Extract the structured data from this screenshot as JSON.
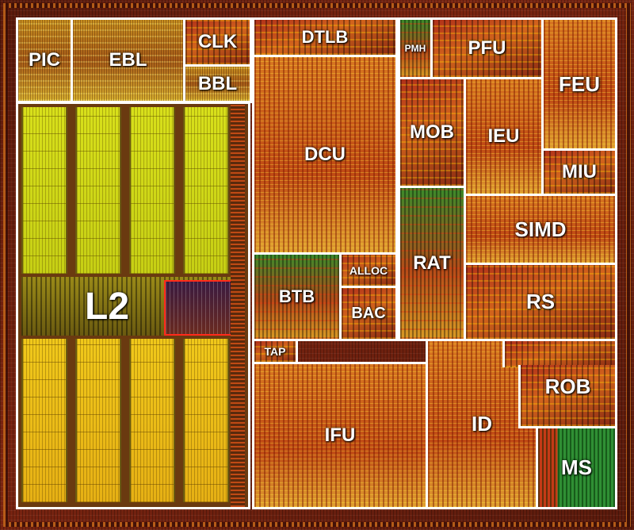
{
  "die": {
    "l2": "L2",
    "pic": "PIC",
    "ebl": "EBL",
    "clk": "CLK",
    "bbl": "BBL",
    "dtlb": "DTLB",
    "dcu": "DCU",
    "pmh": "PMH",
    "pfu": "PFU",
    "feu": "FEU",
    "mob": "MOB",
    "ieu": "IEU",
    "miu": "MIU",
    "simd": "SIMD",
    "rat": "RAT",
    "alloc": "ALLOC",
    "btb": "BTB",
    "bac": "BAC",
    "rs": "RS",
    "tap": "TAP",
    "ifu": "IFU",
    "id": "ID",
    "rob": "ROB",
    "ms": "MS"
  },
  "colors": {
    "outline": "#ffffff",
    "l2_upper": "#d8e01a",
    "l2_lower": "#f0c81a",
    "die_background": "#5a1a0c"
  }
}
